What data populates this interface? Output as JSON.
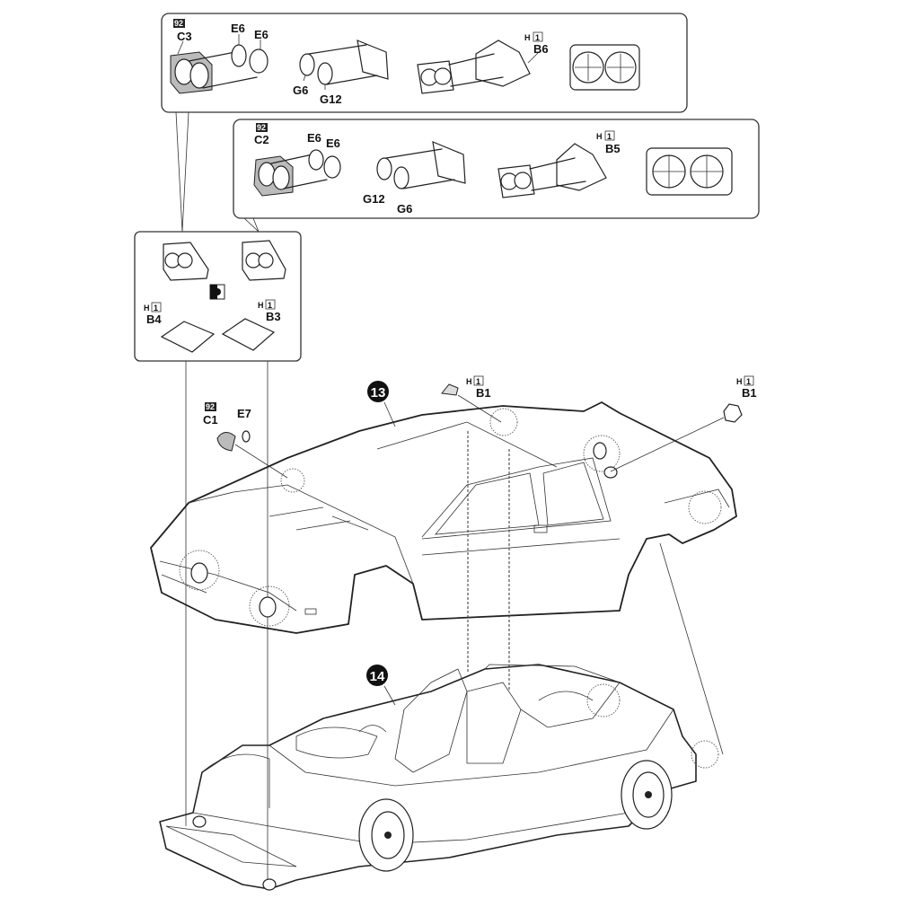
{
  "step_13": {
    "number": "13",
    "box_a": {
      "paint_code": "92",
      "housing": "C3",
      "lens_1": "E6",
      "lens_2": "E6",
      "reflector_1": "G6",
      "reflector_2": "G12",
      "mount_sheet": "H",
      "mount_sheet_no": "1",
      "mount": "B6"
    },
    "box_b": {
      "paint_code": "92",
      "housing": "C2",
      "lens_1": "E6",
      "lens_2": "E6",
      "reflector_1": "G12",
      "reflector_2": "G6",
      "mount_sheet": "H",
      "mount_sheet_no": "1",
      "mount": "B5"
    },
    "box_c": {
      "left_sheet": "H",
      "left_sheet_no": "1",
      "left_cover": "B4",
      "right_sheet": "H",
      "right_sheet_no": "1",
      "right_cover": "B3"
    },
    "mirror": {
      "paint_code": "92",
      "base": "C1",
      "glass": "E7"
    },
    "top_part": {
      "sheet": "H",
      "sheet_no": "1",
      "part": "B1"
    },
    "side_part": {
      "sheet": "H",
      "sheet_no": "1",
      "part": "B1"
    }
  },
  "step_14": {
    "number": "14"
  }
}
